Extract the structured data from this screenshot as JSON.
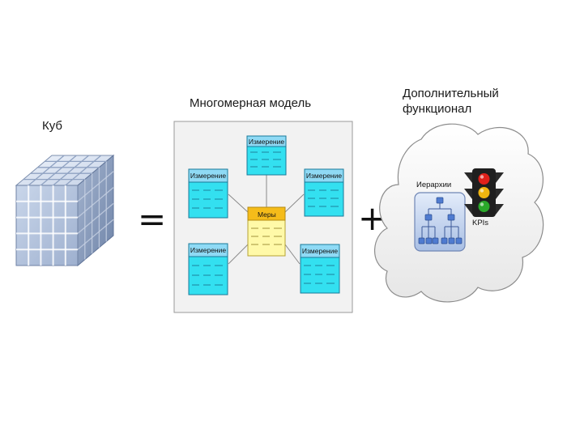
{
  "cube_label": "Куб",
  "equals_sign": "=",
  "plus_sign": "+",
  "model": {
    "title": "Многомерная модель",
    "measures_label": "Меры",
    "dimensions": [
      "Измерение",
      "Измерение",
      "Измерение",
      "Измерение",
      "Измерение"
    ]
  },
  "extra": {
    "title_line1": "Дополнительный",
    "title_line2": "функционал",
    "hierarchy_label": "Иерархии",
    "kpi_label": "KPIs"
  },
  "colors": {
    "dimension_fill": "#33e0f0",
    "dimension_header": "#8fdaf5",
    "measures_fill": "#fff9a8",
    "measures_header": "#f5bc1a",
    "panel_bg": "#f2f2f2"
  },
  "icons": [
    "cube-icon",
    "cloud-icon",
    "hierarchy-icon",
    "traffic-light-icon"
  ]
}
